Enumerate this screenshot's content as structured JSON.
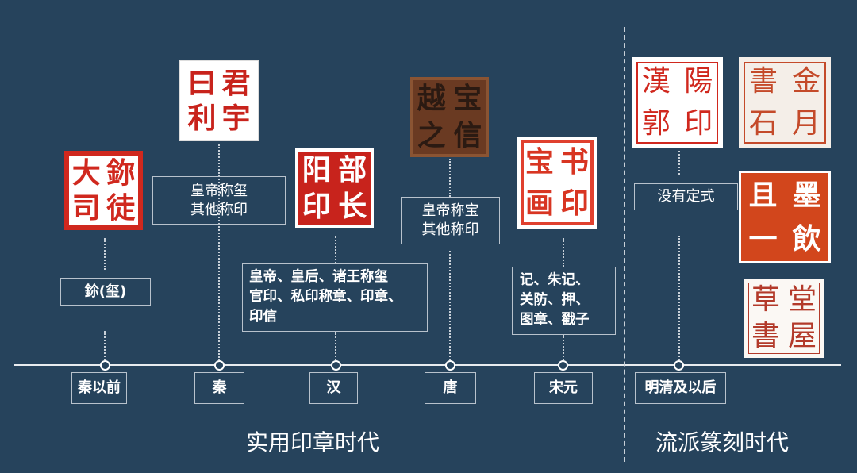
{
  "timeline": {
    "periods": [
      {
        "label": "秦以前",
        "note": "鉩(玺)"
      },
      {
        "label": "秦",
        "note_lines": [
          "皇帝称玺",
          "其他称印"
        ]
      },
      {
        "label": "汉",
        "note_lines": [
          "皇帝、皇后、诸王称玺",
          "官印、私印称章、印章、",
          "印信"
        ]
      },
      {
        "label": "唐",
        "note_lines": [
          "皇帝称宝",
          "其他称印"
        ]
      },
      {
        "label": "宋元",
        "note_lines": [
          "记、朱记、",
          "关防、押、",
          "图章、戳子"
        ]
      },
      {
        "label": "明清及以后",
        "note": "没有定式"
      }
    ]
  },
  "eras": {
    "practical": "实用印章时代",
    "schools": "流派篆刻时代"
  },
  "seals": [
    {
      "chars": [
        "大",
        "鉨",
        "司",
        "徒"
      ]
    },
    {
      "chars": [
        "曰",
        "君",
        "利",
        "宇"
      ]
    },
    {
      "chars": [
        "阳",
        "部",
        "印",
        "长"
      ]
    },
    {
      "chars": [
        "越",
        "宝",
        "之",
        "信"
      ]
    },
    {
      "chars": [
        "宝",
        "书",
        "画",
        "印"
      ]
    },
    {
      "chars": [
        "漢",
        "陽",
        "郭",
        "印"
      ]
    },
    {
      "chars": [
        "書",
        "金",
        "石",
        "月"
      ]
    },
    {
      "chars": [
        "且",
        "墨",
        "一",
        "飲"
      ]
    },
    {
      "chars": [
        "草",
        "堂",
        "書",
        "屋"
      ]
    }
  ],
  "colors": {
    "background": "#26435c",
    "seal_red": "#d0281e",
    "seal_orange": "#d2461c",
    "seal_brown": "#6a3a22"
  }
}
